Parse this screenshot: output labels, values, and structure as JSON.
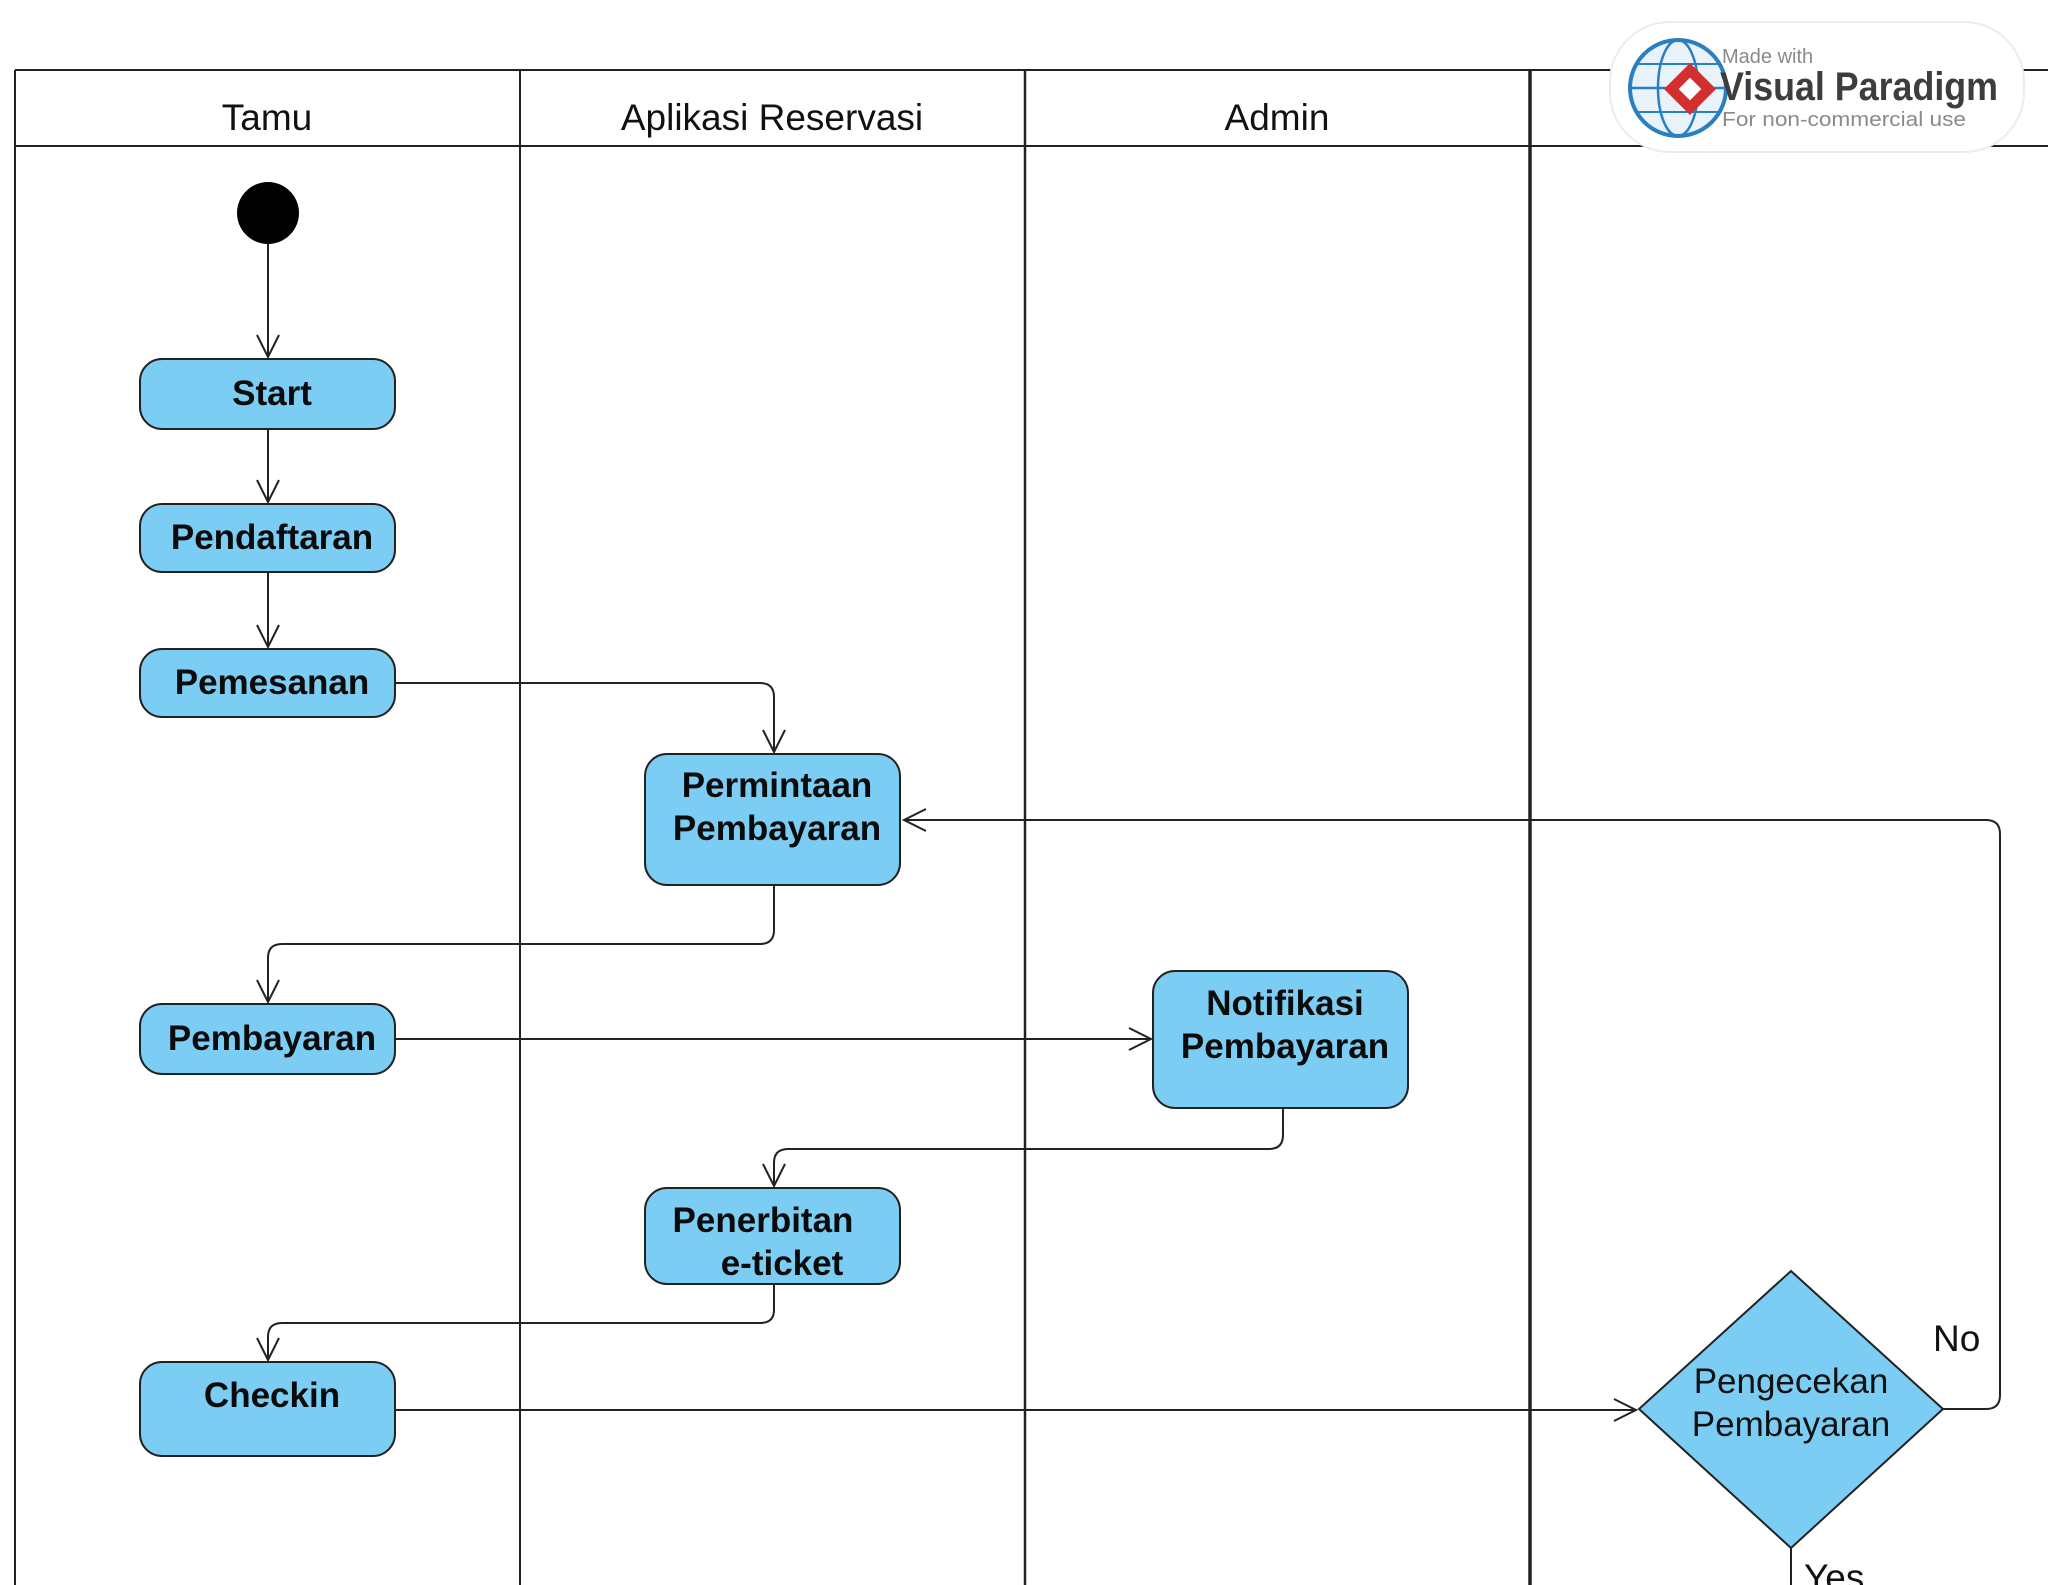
{
  "lanes": [
    {
      "id": "tamu",
      "title": "Tamu"
    },
    {
      "id": "aplikasi",
      "title": "Aplikasi Reservasi"
    },
    {
      "id": "admin",
      "title": "Admin"
    },
    {
      "id": "fourth",
      "title": ""
    }
  ],
  "activities": {
    "start": {
      "lines": [
        "Start"
      ]
    },
    "pendaftaran": {
      "lines": [
        "Pendaftaran"
      ]
    },
    "pemesanan": {
      "lines": [
        "Pemesanan"
      ]
    },
    "permintaan": {
      "lines": [
        "Permintaan",
        "Pembayaran"
      ]
    },
    "pembayaran": {
      "lines": [
        "Pembayaran"
      ]
    },
    "notifikasi": {
      "lines": [
        "Notifikasi",
        "Pembayaran"
      ]
    },
    "penerbitan": {
      "lines": [
        "Penerbitan",
        "e-ticket"
      ]
    },
    "checkin": {
      "lines": [
        "Checkin"
      ]
    }
  },
  "decision": {
    "lines": [
      "Pengecekan",
      "Pembayaran"
    ]
  },
  "guards": {
    "no": "No",
    "yes": "Yes"
  },
  "watermark": {
    "made_with": "Made with",
    "brand": "Visual Paradigm",
    "note": "For non-commercial use",
    "logo_icon": "visual-paradigm-globe-icon"
  },
  "colors": {
    "activity_fill": "#7ccdf4",
    "decision_fill": "#7ccdf4",
    "initial_node": "#000000",
    "logo_red": "#d32f2f",
    "logo_blue": "#2a7fc0"
  }
}
